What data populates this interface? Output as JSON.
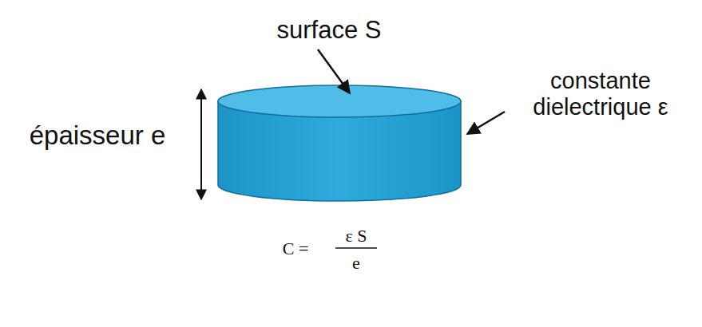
{
  "diagram": {
    "labels": [
      "surface S",
      "épaisseur e",
      "constante dielectrique ε",
      "C =",
      "ε S",
      "e"
    ]
  }
}
